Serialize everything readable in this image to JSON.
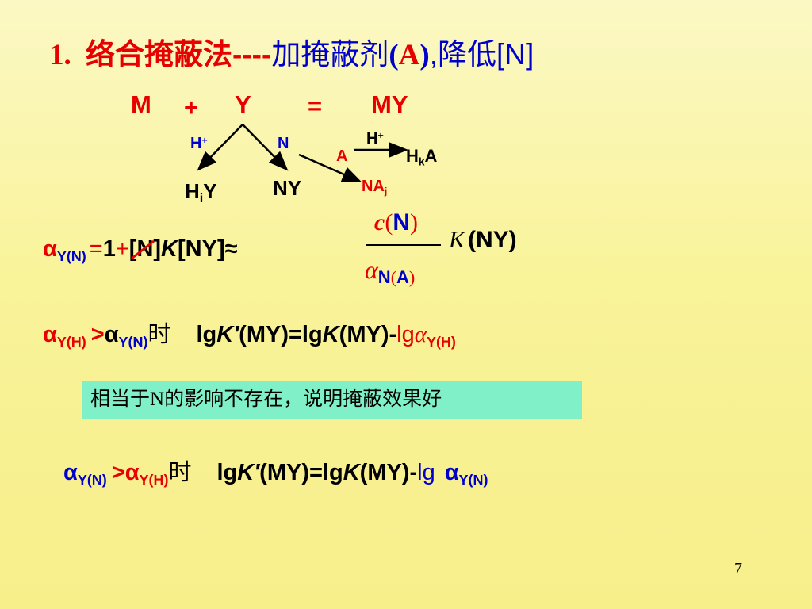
{
  "title": {
    "num": "1.",
    "red": "络合掩蔽法",
    "dashes": "----",
    "blue1": "加掩蔽剂",
    "paren_open": "(",
    "reagent": "A",
    "paren_close": ")",
    "blue2": ",降低[N]"
  },
  "equation": {
    "m": "M",
    "plus": "+",
    "y": "Y",
    "equals": "=",
    "my": "MY",
    "h_label_left": "H",
    "h_label_left_sup": "+",
    "n_label": "N",
    "a_label": "A",
    "h_label_right": "H",
    "h_label_right_sup": "+",
    "hiy_main": "H",
    "hiy_sub": "i",
    "hiy_end": "Y",
    "ny": "NY",
    "naj_main": "NA",
    "naj_sub": "j",
    "hka_main": "H",
    "hka_sub": "k",
    "hka_end": "A"
  },
  "formula1": {
    "alpha": "α",
    "alpha_sub": "Y(N)",
    "equals": "=",
    "one": "1",
    "plus": "+",
    "n_bracket": "[N]",
    "k": "K",
    "ny_bracket": "[NY]",
    "approx": "≈",
    "num_c": "c",
    "num_paren_open": "(",
    "num_n": "N",
    "num_paren_close": ")",
    "den_alpha": "α",
    "den_sub_n": "N",
    "den_sub_open": "(",
    "den_sub_a": "A",
    "den_sub_close": ")",
    "k_after": "K",
    "ny_after": "(NY)"
  },
  "formula2": {
    "alpha1": "α",
    "alpha1_sub": "Y(H)",
    "gt": ">",
    "alpha2": "α",
    "alpha2_sub": "Y(N)",
    "shi": "时",
    "lg1": "lg",
    "k1": "K′",
    "my1": "(MY)=lg",
    "k2": "K",
    "my2": "(MY)-",
    "lg2": "lg",
    "alpha3": "α",
    "alpha3_sub": "Y(H)"
  },
  "note": {
    "text_a": "相当于",
    "text_n": "N",
    "text_b": "的影响不存在，说明掩蔽效果好"
  },
  "formula3": {
    "alpha1": "α",
    "alpha1_sub": "Y(N)",
    "gt": ">",
    "alpha2": "α",
    "alpha2_sub": "Y(H)",
    "shi": "时",
    "lg1": "lg",
    "k1": "K′",
    "my1": "(MY)=lg",
    "k2": "K",
    "my2": "(MY)-",
    "lg2": "lg",
    "alpha3": "α",
    "alpha3_sub": "Y(N)"
  },
  "page_number": "7",
  "colors": {
    "background": "#f9f39a",
    "red": "#e60000",
    "blue": "#0000cc",
    "note_bg": "#7ff0c8"
  }
}
